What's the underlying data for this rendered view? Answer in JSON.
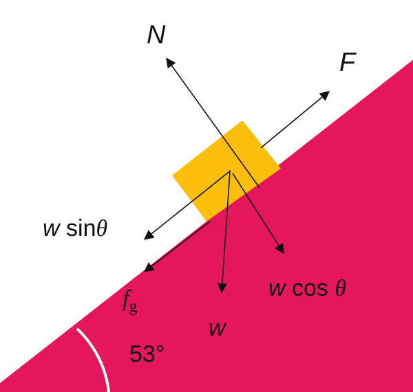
{
  "colors": {
    "incline": "#e5175c",
    "block": "#fbbf0b",
    "arrow": "#111111",
    "angle_arc": "#ffffff"
  },
  "labels": {
    "normal": "N",
    "applied_force": "F",
    "w_sin_w": "w",
    "w_sin_text": " sin",
    "theta": "θ",
    "friction_f": "f",
    "friction_sub": "g",
    "weight": "w",
    "angle": "53°",
    "w_cos_w": "w",
    "w_cos_text": " cos "
  }
}
